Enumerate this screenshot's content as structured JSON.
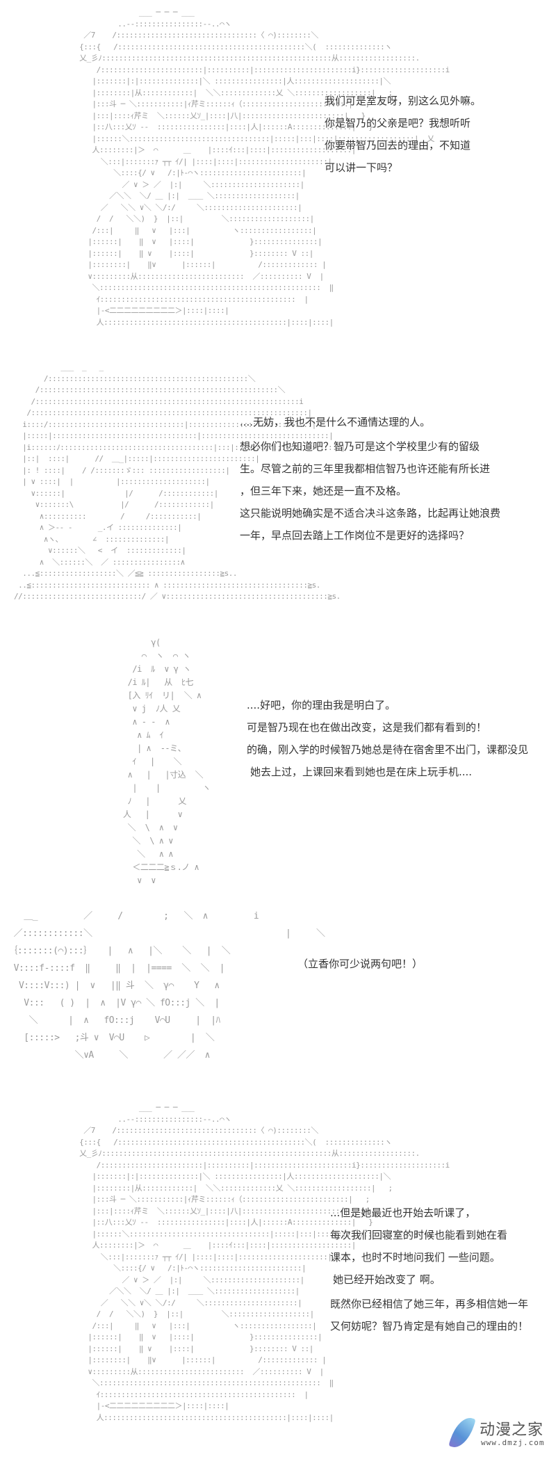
{
  "panels": [
    {
      "id": "panel-1",
      "speaker_art": "long-haired girl with hair accessory (ascii art)",
      "dialogue": [
        "我们可是室友呀，别这么见外嘛。",
        "你是智乃的父亲是吧？我想听听",
        "你要带智乃回去的理由，不知道",
        "可以讲一下吗？"
      ]
    },
    {
      "id": "panel-2",
      "speaker_art": "man in suit (ascii art)",
      "dialogue": [
        "....无妨，我也不是什么不通情达理的人。",
        "想必你们也知道吧？智乃可是这个学校里少有的留级",
        "生。尽管之前的三年里我都相信智乃也许还能有所长进",
        "，但三年下来，她还是一直不及格。",
        "这只能说明她确实是不适合决斗这条路，比起再让她浪费",
        "一年，早点回去踏上工作岗位不是更好的选择吗？"
      ]
    },
    {
      "id": "panel-3",
      "speaker_art": "girl standing full body (ascii art)",
      "dialogue": [
        "....好吧，你的理由我是明白了。",
        "可是智乃现在也在做出改变，这是我们都有看到的！",
        "的确，刚入学的时候智乃她总是待在宿舍里不出门，课都没见",
        "她去上过，上课回来看到她也是在床上玩手机...."
      ]
    },
    {
      "id": "panel-4",
      "speaker_art": "two surprised faces with question mark (ascii art)",
      "aside": "（立香你可少说两句吧！）"
    },
    {
      "id": "panel-5",
      "speaker_art": "long-haired girl with hair accessory (ascii art)",
      "dialogue": [
        "...但是她最近也开始去听课了，",
        "每次我们回寝室的时候也能看到她在看",
        "课本，也时不时地问我们 一些问题。",
        "她已经开始改变了 啊。",
        "既然你已经相信了她三年，再多相信她一年",
        "又何妨呢？智乃肯定是有她自己的理由的！"
      ]
    }
  ],
  "watermark": {
    "title": "动漫之家",
    "url": "www.dmzj.com",
    "colors": {
      "leaf_light": "#8fd3f0",
      "leaf_dark": "#3a7fd0",
      "text": "#555555"
    }
  },
  "art": {
    "girl": "               ___ ─ ─ ─ ___\n          ..-‐::::::::::::::::‐-..⌒ヽ\n  ／7    /:::::::::::::::::::::::::::::::::〈 ⌒)::::::::＼\n {:::{   /::::::::::::::::::::::::::::::::::::::::::::＼(  ::::::::::::::ヽ\n 乂_彡ﾉ::::::::::::::::::::::::::::::::::::::::::::::::::::::从::::::::::::::::::.\n     /::::::::::::::::::::::::|::::::::::|:::::::::::::::::::::::i}::::::::::::::::::::i\n    |:::::::|:|::::::::::::::|＼ ::::::::::::::::|人::::::::::::::::::::|＼\n    |::::::::|从::::::::::::|  ＼＼:::::::::::::乂 ＼::::::::::::::::::|   ;\n    |:::斗 ─ ＼:::::::::::|ｨ芹ミ::::::ｨ（:::::::::::::::::::::::::|   ;\n    |:::|::::ｨ芹ミ  ＼::::::乂ｿ_|::::|八|::::::::::::::::::::::::|   }\n    |::八:::乂ｿ ‐-  ::::::::::::::::|::::|人|::::::A::::::::::::::|   }\n    |::::::＼:::::::::::::::::::::::::::::::::|:::::|:::|::::|::::::::::::::::::|  乂\n    人::::::::|＞  ⌒      ＿    |::::ｲ:::|::::|:::::::::::::::::::|\n      ＼:::|:::::::ｧ ┬┬ ｲ/| |::::|::::|:::::::::::::::::::::|\n         ＼::::{/ ∨   /:|ﾄ-⌒ヽ::::::::::::::::::::::::|\n           ／ ∨ ＞ ／  |:|     ＼:::::::::::::::::::::|\n        ／＼＼  ＼/ ＿ |:|  ＿＿ ＼:::::::::::::::::::|\n      ／   ＼＼ ∨＼ ＼/:/     ＼::::::::::::::::::::::|\n     /  /   ＼＼)  }  |::|         ＼:::::::::::::::::::|\n    /:::|     ‖   ∨   |:::|          ヽ:::::::::::::::::|\n   |::::::|    ‖  ∨   |::::|             }:::::::::::::::|\n   |::::::|    ‖ ∨    |::::|             }:::::::: V ::|\n   |::::::::|    ‖∨      |::::::|          /::::::::::::: |\n   ∨:::::::::从:::::::::::::::::::::::::  ／:::::::::: V  |\n    ＼::::::::::::::::::::::::::::::::::::::::::::::::::::  ‖\n     ｲ::::::::::::::::::::::::::::::::::::::::::::::  |\n     |‐<二二二二二二二二二＞|::::|::::|\n     人:::::::::::::::::::::::::::::::::::::::::::|::::|::::|",
    "man": "           ___  _   _\n       /:::::::::::::::::::::::::::::::::::::::::::::::＼\n     /::::::::::::::::::::::::::::::::::::::::::::::::::::::::＼\n    /::::::::::::::::::::::::::::::::::::::::::::::::::::::::::::::i\n   /:::::::::::::::::::::::::::::::::::::::::::::::::::::::::::::::::|\n  i::::/::::::::::::::::::::::::::::::::|:::::::::::::::::::::::::::::|\n  |:::::|::::::::::::::::::::::::::::::::::|::::::::::::::::::::::::::::::|\n  |i::::::ﾉ::::::::::::::::::::::::::::::::::::|:::|:::::::::::::::::::::::::|\n  |::|  ::::|      //  ＿_|:::::|::::::::::::::::::::::::|\n  |: ! ::::|    / /:::::::ゞ::: ::::::::::::::::::|\n  | ∨ ::::|  |          |::::::::::::::::::::|\n    ∨::::::|              |/      /::::::::::::|\n     ∨:::::::\\           |/      /::::::::::::|\n      ∧::::::::::        /     /:::::::::::|\n      ∧ ＞-‐ ‐      _.イ ::::::::::::::|\n       ∧ヽ、       ∠  ::::::::::::::|\n        ∨::::::＼   <  イ  :::::::::::::|\n      ∧  ＼::::::＼  ／ ::::::::::::::::∧\n  ...≦::::::::::::::::::＼ ／≦≧ :::::::::::::::::≧s..\n ..≦:::::::::::::::::::::::::::: ∧ ::::::::::::::::::::::::::::::::::≧s.\n//::::::::::::::::::::::::::::/ ／ ∨::::::::::::::::::::::::::::::::::::::≧s.",
    "standing": "          γ(\n        ⌒  ヽ  ⌒ ヽ\n      /i  ﾙ  ∨ γ ヽ\n     /i ﾙ|   从  ﾋ七\n     [入 ﾘｲ  リ|  ＼ ∧\n      ∨ j  ﾉ人 乂\n      ∧ ‐ ‐  ∧\n       ∧ ﾑ  ｲ\n       | ∧  ‐-ミ、\n      ｲ   |    ＼\n     ∧   |   |寸込  ＼\n      |    |         ヽ\n     ﾉ   |      乂\n    人   |      ∨\n     ＼  \\  ∧  ∨\n      ＼  \\ ∧ ∨\n       ＼   ∧ ∧\n      ＜二二二≧ｓ.ノ ∧\n       ∨  ∨",
    "faces": "    ＿_         ／     /        ;   ＼  ∧         i\n  ／::::::::::::＼                                      |     ＼\n ｛:::::::(⌒):::｝   |   ∧   |＼    ＼   |  ＼\n  V::::f-::::f  ‖     ‖  |  |====  ＼  ＼  |\n   V::::V:::) |  ∨   |‖ 斗  ＼  γ⌒    Y   ∧\n    V:::   ( )  |  ∧  |V γ⌒ ＼ fO:::j ＼  |\n     ＼      |  ∧   fO:::j    V⌒U     |  |ﾊ\n    [:::::>   ;斗 ∨  V⌒U    ▷        |  ＼\n              ＼∨A     ＼       ／ ／／  ∧"
  }
}
